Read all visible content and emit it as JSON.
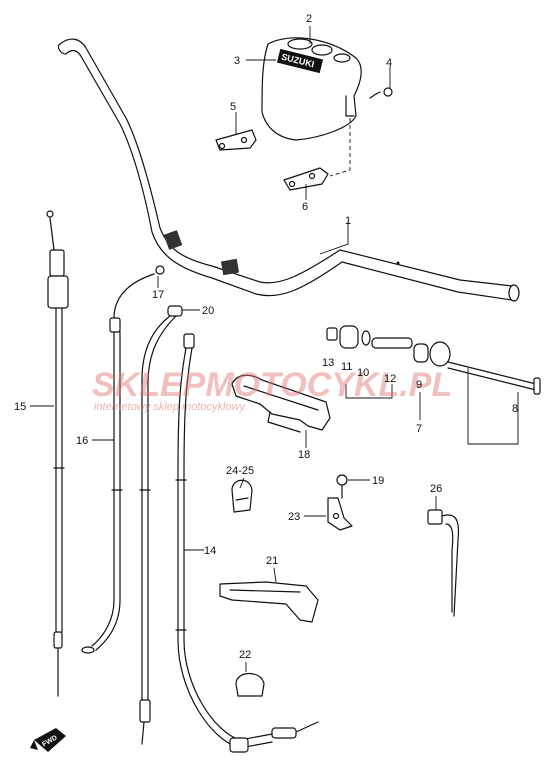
{
  "callouts": [
    "1",
    "2",
    "3",
    "4",
    "5",
    "6",
    "7",
    "8",
    "9",
    "10",
    "11",
    "12",
    "13",
    "14",
    "15",
    "16",
    "17",
    "18",
    "19",
    "20",
    "21",
    "22",
    "23",
    "24-25",
    "26"
  ],
  "cover_logo": "SUZUKI",
  "fwd_label": "FWD",
  "watermark": {
    "main": "SKLEPMOTOCYKL.PL",
    "sub": "internetowy sklep motocyklowy",
    "color": "#e07070"
  }
}
